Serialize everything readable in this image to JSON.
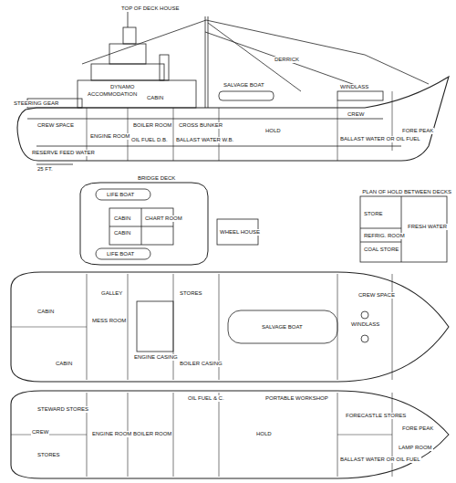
{
  "diagram": {
    "labels": [
      "TOP OF DECK HOUSE",
      "STEERING GEAR",
      "CREW SPACE",
      "RESERVE FEED WATER",
      "ENGINE ROOM",
      "ACCOMMODATION",
      "BOILER ROOM",
      "OIL FUEL D.B.",
      "CROSS BUNKER",
      "BALLAST WATER W.B.",
      "HOLD",
      "SALVAGE BOAT",
      "DERRICK",
      "WINDLASS",
      "FORE PEAK",
      "BALLAST WATER OR OIL FUEL",
      "CREW",
      "DYNAMO",
      "CABIN",
      "25 FT.",
      "BRIDGE DECK",
      "LIFE BOAT",
      "LIFE BOAT",
      "CABIN",
      "CABIN",
      "CHART ROOM",
      "WHEEL HOUSE",
      "PLAN OF HOLD BETWEEN DECKS",
      "STORE",
      "REFRIG. ROOM",
      "COAL STORE",
      "FRESH WATER",
      "SALVAGE BOAT",
      "GALLEY",
      "MESS ROOM",
      "CABIN",
      "CABIN",
      "STORES",
      "ENGINE CASING",
      "BOILER CASING",
      "WINDLASS",
      "CREW SPACE",
      "OIL FUEL & C.",
      "STEWARD STORES",
      "CREW",
      "STORES",
      "ENGINE ROOM",
      "BOILER ROOM",
      "HOLD",
      "PORTABLE WORKSHOP",
      "FORECASTLE STORES",
      "BALLAST WATER OR OIL FUEL",
      "LAMP ROOM",
      "FORE PEAK"
    ]
  }
}
